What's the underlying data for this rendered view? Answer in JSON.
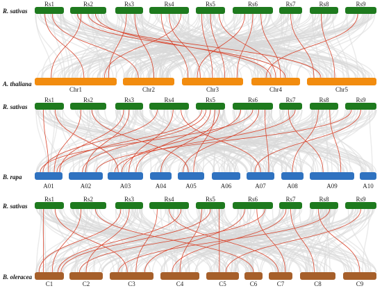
{
  "colors": {
    "radish": "#1e7a1e",
    "thaliana": "#f28c0f",
    "rapa": "#2f72c0",
    "oleracea": "#a65f2a",
    "background_links": "#d8d8d8",
    "highlight_links": "#d9442c"
  },
  "panels": [
    {
      "top_species": "R. sativas",
      "bottom_species": "A. thaliana",
      "top_chromosomes": [
        "Rs1",
        "Rs2",
        "Rs3",
        "Rs4",
        "Rs5",
        "Rs6",
        "Rs7",
        "Rs8",
        "Rs9"
      ],
      "bottom_chromosomes": [
        "Chr1",
        "Chr2",
        "Chr3",
        "Chr4",
        "Chr5"
      ]
    },
    {
      "top_species": "R. sativas",
      "bottom_species": "B. rapa",
      "top_chromosomes": [
        "Rs1",
        "Rs2",
        "Rs3",
        "Rs4",
        "Rs5",
        "Rs6",
        "Rs7",
        "Rs8",
        "Rs9"
      ],
      "bottom_chromosomes": [
        "A01",
        "A02",
        "A03",
        "A04",
        "A05",
        "A06",
        "A07",
        "A08",
        "A09",
        "A10"
      ]
    },
    {
      "top_species": "R. sativas",
      "bottom_species": "B. oleracea",
      "top_chromosomes": [
        "Rs1",
        "Rs2",
        "Rs3",
        "Rs4",
        "Rs5",
        "Rs6",
        "Rs7",
        "Rs8",
        "Rs9"
      ],
      "bottom_chromosomes": [
        "C1",
        "C2",
        "C3",
        "C4",
        "C5",
        "C6",
        "C7",
        "C8",
        "C9"
      ]
    }
  ]
}
